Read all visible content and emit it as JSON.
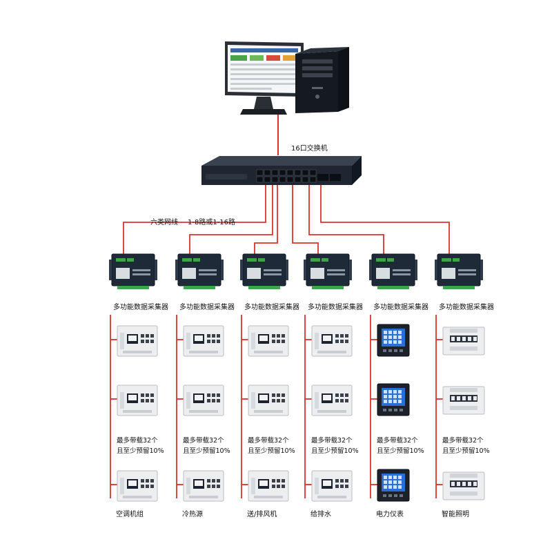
{
  "diagram": {
    "switch_label": "16口交换机",
    "cable_label": "六类网线",
    "cable_range": "1-8路或1-16路",
    "collector_label": "多功能数据采集器",
    "note_line1": "最多带载32个",
    "note_line2": "且至少预留10%",
    "columns": [
      {
        "name": "空调机组",
        "device": "multimeter"
      },
      {
        "name": "冷热源",
        "device": "multimeter"
      },
      {
        "name": "送/排风机",
        "device": "multimeter"
      },
      {
        "name": "给排水",
        "device": "multimeter"
      },
      {
        "name": "电力仪表",
        "device": "panel-meter"
      },
      {
        "name": "智能照明",
        "device": "din-module"
      }
    ],
    "colors": {
      "line": "#d9332b",
      "dark_device": "#1f2a38",
      "light_device": "#e8eaec"
    }
  }
}
